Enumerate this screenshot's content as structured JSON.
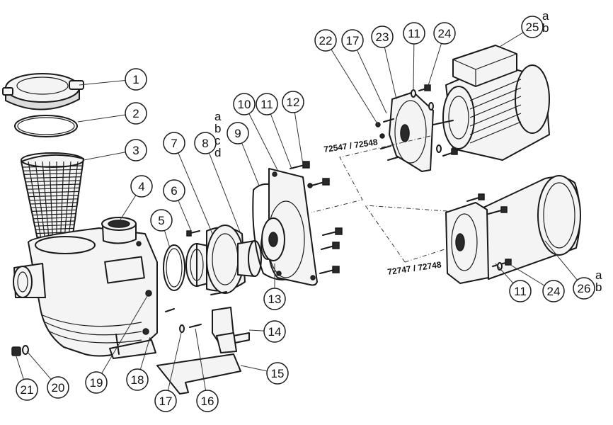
{
  "diagram": {
    "callouts": [
      {
        "id": "1",
        "variants": []
      },
      {
        "id": "2",
        "variants": []
      },
      {
        "id": "3",
        "variants": []
      },
      {
        "id": "4",
        "variants": []
      },
      {
        "id": "5",
        "variants": []
      },
      {
        "id": "6",
        "variants": []
      },
      {
        "id": "7",
        "variants": []
      },
      {
        "id": "8",
        "variants": [
          "a",
          "b",
          "c",
          "d"
        ]
      },
      {
        "id": "9",
        "variants": []
      },
      {
        "id": "10",
        "variants": []
      },
      {
        "id": "11",
        "variants": []
      },
      {
        "id": "12",
        "variants": []
      },
      {
        "id": "13",
        "variants": []
      },
      {
        "id": "14",
        "variants": []
      },
      {
        "id": "15",
        "variants": []
      },
      {
        "id": "16",
        "variants": []
      },
      {
        "id": "17",
        "variants": []
      },
      {
        "id": "18",
        "variants": []
      },
      {
        "id": "19",
        "variants": []
      },
      {
        "id": "20",
        "variants": []
      },
      {
        "id": "21",
        "variants": []
      },
      {
        "id": "22",
        "variants": []
      },
      {
        "id": "17",
        "variants": []
      },
      {
        "id": "23",
        "variants": []
      },
      {
        "id": "11",
        "variants": []
      },
      {
        "id": "24",
        "variants": []
      },
      {
        "id": "25",
        "variants": [
          "a",
          "b"
        ]
      },
      {
        "id": "11",
        "variants": []
      },
      {
        "id": "24",
        "variants": []
      },
      {
        "id": "26",
        "variants": [
          "a",
          "b"
        ]
      }
    ],
    "model_labels": [
      "72547 / 72548",
      "72747 / 72748"
    ]
  }
}
